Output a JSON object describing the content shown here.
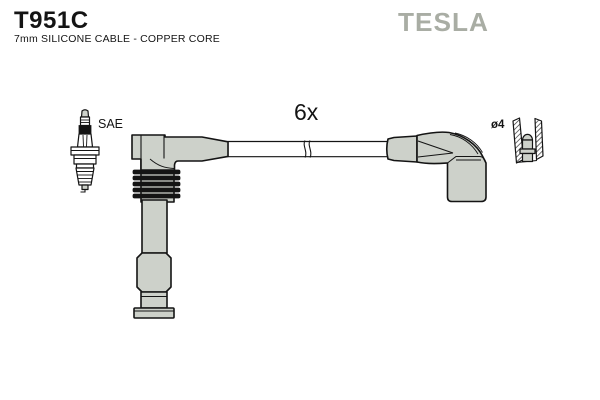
{
  "header": {
    "part_number": "T951C",
    "description": "7mm SILICONE CABLE - COPPER CORE",
    "brand": "TESLA"
  },
  "diagram": {
    "spark_plug_label": "SAE",
    "quantity_label": "6x",
    "terminal_diameter_label": "ø4"
  },
  "colors": {
    "part_fill": "#cdd1ca",
    "brand_gray": "#a9ada4",
    "outline": "#141414",
    "background": "#ffffff"
  }
}
